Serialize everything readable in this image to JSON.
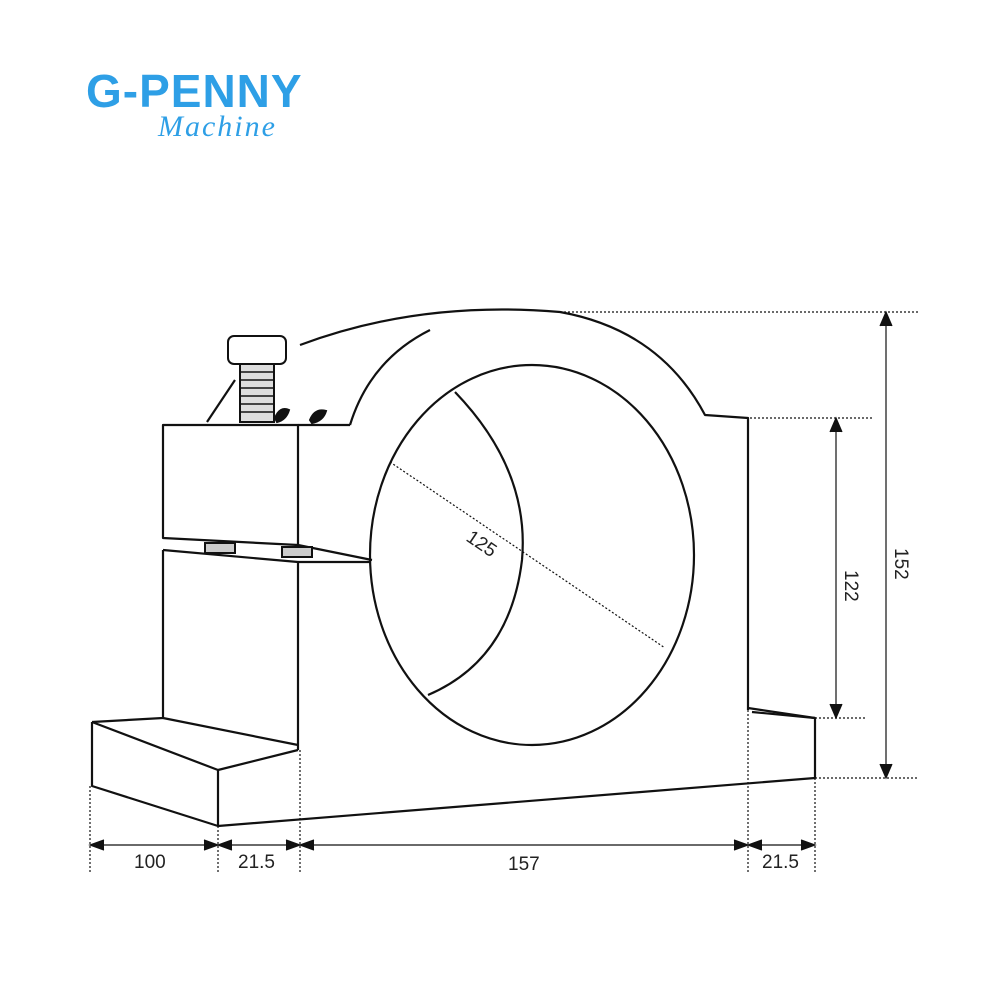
{
  "logo": {
    "brand": "G-PENNY",
    "subtitle": "Machine",
    "color": "#2e9fe6"
  },
  "dimensions": {
    "bore_diameter": "125",
    "total_height": "152",
    "center_height": "122",
    "left_foot_width": "100",
    "left_flange": "21.5",
    "body_width": "157",
    "right_flange": "21.5"
  }
}
